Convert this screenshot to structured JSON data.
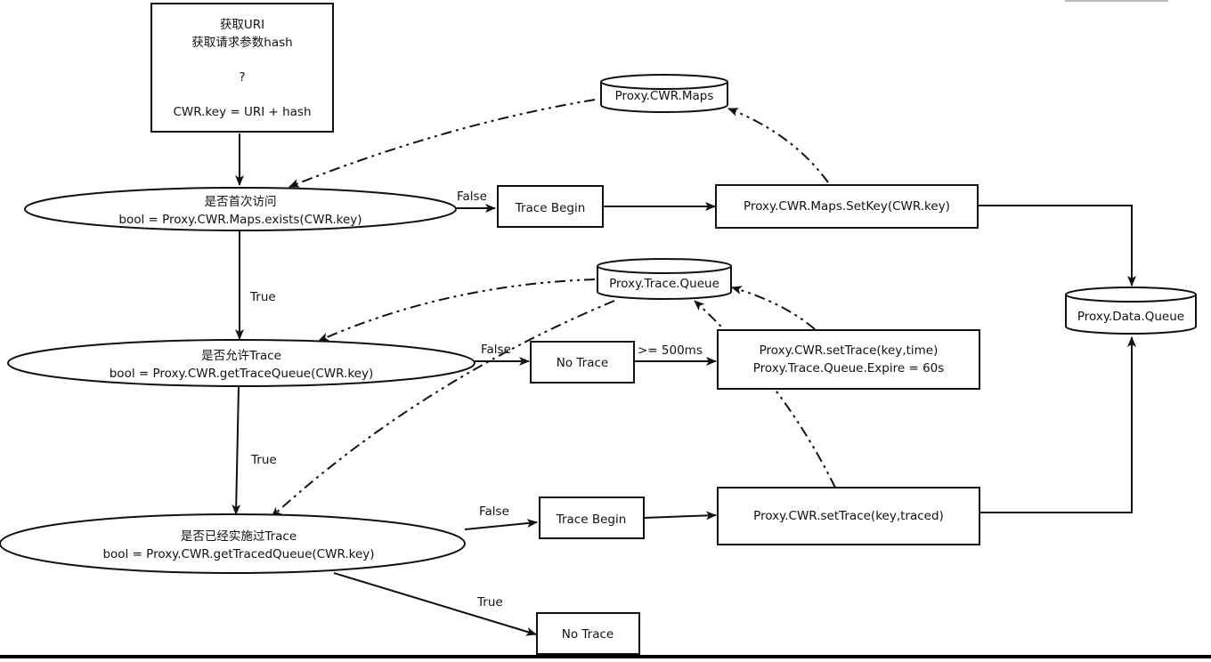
{
  "nodes": {
    "start": {
      "line1": "获取URI",
      "line2": "获取请求参数hash",
      "line3": "?",
      "line4": "CWR.key = URI + hash"
    },
    "decision1": {
      "line1": "是否首次访问",
      "line2": "bool = Proxy.CWR.Maps.exists(CWR.key)"
    },
    "decision2": {
      "line1": "是否允许Trace",
      "line2": "bool = Proxy.CWR.getTraceQueue(CWR.key)"
    },
    "decision3": {
      "line1": "是否已经实施过Trace",
      "line2": "bool = Proxy.CWR.getTracedQueue(CWR.key)"
    },
    "trace_begin_1": "Trace Begin",
    "trace_begin_2": "Trace Begin",
    "no_trace_1": "No Trace",
    "no_trace_2": "No Trace",
    "maps_setkey": "Proxy.CWR.Maps.SetKey(CWR.key)",
    "set_trace_time": {
      "line1": "Proxy.CWR.setTrace(key,time)",
      "line2": "Proxy.Trace.Queue.Expire = 60s"
    },
    "set_trace_traced": "Proxy.CWR.setTrace(key,traced)",
    "store_maps": "Proxy.CWR.Maps",
    "store_trace_queue": "Proxy.Trace.Queue",
    "store_data_queue": "Proxy.Data.Queue"
  },
  "edge_labels": {
    "d1_false": "False",
    "d1_true": "True",
    "d2_false": "False",
    "d2_true": "True",
    "d3_false": "False",
    "d3_true": "True",
    "delay": ">= 500ms"
  }
}
